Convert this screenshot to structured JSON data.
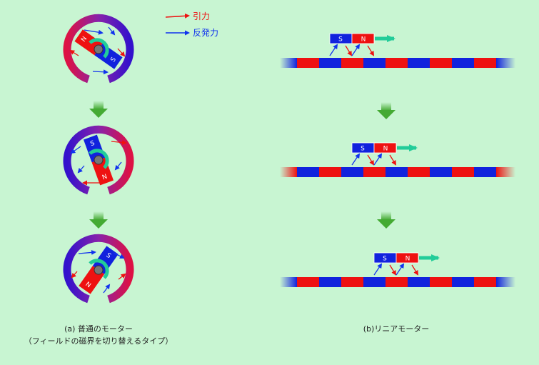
{
  "legend": {
    "attraction": {
      "label": "引力",
      "color": "#ee1111"
    },
    "repulsion": {
      "label": "反発力",
      "color": "#1133ee"
    }
  },
  "captions": {
    "a_line1": "(a) 普通のモーター",
    "a_line2": "（フィールドの磁界を切り替えるタイプ）",
    "b_line1": "(b)リニアモーター"
  },
  "magnet": {
    "north": "N",
    "south": "S"
  },
  "colors": {
    "background": "#c8f5d2",
    "red": "#ee1111",
    "blue": "#1122dd",
    "motion_arrow": "#22cc99",
    "step_arrow": "#44aa33"
  }
}
